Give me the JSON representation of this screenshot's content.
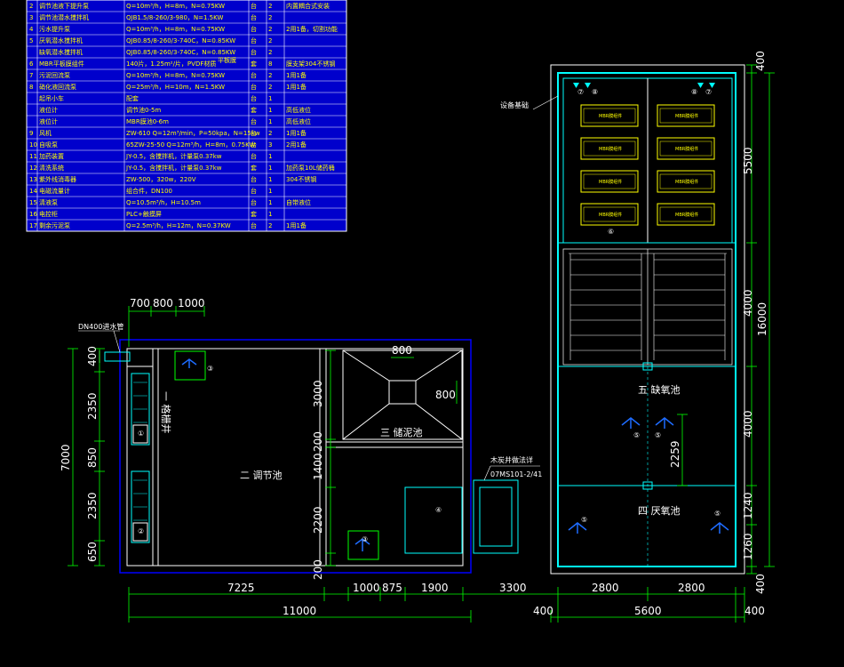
{
  "equipment_table": {
    "rows": [
      {
        "no": "2",
        "name": "调节池液下提升泵",
        "spec": "Q=10m³/h，H=8m，N=0.75KW",
        "unit": "台",
        "qty": "2",
        "note": "内置耦合式安装"
      },
      {
        "no": "3",
        "name": "调节池潜水搅拌机",
        "spec": "QJB1.5/8-260/3-980，N=1.5KW",
        "unit": "台",
        "qty": "2",
        "note": ""
      },
      {
        "no": "4",
        "name": "污水提升泵",
        "spec": "Q=10m³/h，H=8m，N=0.75KW",
        "unit": "台",
        "qty": "2",
        "note": "2用1备，切割功能"
      },
      {
        "no": "5",
        "name": "厌氧潜水搅拌机",
        "spec": "QJB0.85/8-260/3-740C，N=0.85KW",
        "unit": "台",
        "qty": "2",
        "note": ""
      },
      {
        "no": "",
        "name": "缺氧潜水搅拌机",
        "spec": "QJB0.85/8-260/3-740C，N=0.85KW",
        "unit": "台",
        "qty": "2",
        "note": ""
      },
      {
        "no": "6",
        "name": "MBR平板膜组件",
        "spec": "140片，1.25m²/片，PVDF材质",
        "unit": "套",
        "qty": "8",
        "note": "膜支架304不锈钢"
      },
      {
        "no": "7",
        "name": "污泥回流泵",
        "spec": "Q=10m³/h，H=8m，N=0.75KW",
        "unit": "台",
        "qty": "2",
        "note": "1用1备"
      },
      {
        "no": "8",
        "name": "硝化液回流泵",
        "spec": "Q=25m³/h，H=10m，N=1.5KW",
        "unit": "台",
        "qty": "2",
        "note": "1用1备"
      },
      {
        "no": "",
        "name": "起吊小车",
        "spec": "配套",
        "unit": "台",
        "qty": "1",
        "note": ""
      },
      {
        "no": "",
        "name": "液位计",
        "spec": "调节池0-5m",
        "unit": "套",
        "qty": "1",
        "note": "高低液位"
      },
      {
        "no": "",
        "name": "液位计",
        "spec": "MBR膜池0-6m",
        "unit": "台",
        "qty": "1",
        "note": "高低液位"
      },
      {
        "no": "9",
        "name": "风机",
        "spec": "ZW-610 Q=12m³/min，P=50kpa，N=15kw",
        "unit": "台",
        "qty": "2",
        "note": "1用1备"
      },
      {
        "no": "10",
        "name": "自吸泵",
        "spec": "65ZW-25-50 Q=12m³/h，H=8m，0.75KW",
        "unit": "台",
        "qty": "3",
        "note": "2用1备"
      },
      {
        "no": "11",
        "name": "加药装置",
        "spec": "JY-0.5，含搅拌机，计量泵0.37kw",
        "unit": "台",
        "qty": "1",
        "note": ""
      },
      {
        "no": "12",
        "name": "清洗系统",
        "spec": "JY-0.5，含搅拌机，计量泵0.37kw",
        "unit": "套",
        "qty": "1",
        "note": "加药泵10L储药桶"
      },
      {
        "no": "13",
        "name": "紫外线消毒器",
        "spec": "ZW-500，320w，220V",
        "unit": "台",
        "qty": "1",
        "note": "304不锈钢"
      },
      {
        "no": "14",
        "name": "电磁流量计",
        "spec": "组合件，DN100",
        "unit": "台",
        "qty": "1",
        "note": ""
      },
      {
        "no": "15",
        "name": "清液泵",
        "spec": "Q=10.5m³/h，H=10.5m",
        "unit": "台",
        "qty": "1",
        "note": "自带液位"
      },
      {
        "no": "16",
        "name": "电控柜",
        "spec": "PLC+触摸屏",
        "unit": "套",
        "qty": "1",
        "note": ""
      },
      {
        "no": "17",
        "name": "剩余污泥泵",
        "spec": "Q=2.5m³/h，H=12m，N=0.37KW",
        "unit": "台",
        "qty": "2",
        "note": "1用1备"
      }
    ],
    "extra_label": "平板膜"
  },
  "rooms": {
    "r1": "一 格栅井",
    "r2": "二 调节池",
    "r3": "三 储泥池",
    "r4": "四 厌氧池",
    "r5": "五 缺氧池"
  },
  "annotations": {
    "equipment_base": "设备基础",
    "inlet_pipe": "DN400进水管",
    "wellhead_1": "木炭井做法详",
    "wellhead_2": "07MS101-2/41",
    "mbr_label": "MBR膜组件"
  },
  "dims": {
    "d700": "700",
    "d800a": "800",
    "d1000a": "1000",
    "v400": "400",
    "v2350a": "2350",
    "v850": "850",
    "v2350b": "2350",
    "v650": "650",
    "v7000": "7000",
    "h800": "800",
    "v800": "800",
    "v3000": "3000",
    "v200a": "200",
    "v1400": "1400",
    "v2200": "2200",
    "v200b": "200",
    "b7225": "7225",
    "b1000": "1000",
    "b875": "875",
    "b1900": "1900",
    "b3300": "3300",
    "b11000": "11000",
    "b400a": "400",
    "b5600": "5600",
    "b400b": "400",
    "b2800a": "2800",
    "b2800b": "2800",
    "r400t": "400",
    "r5500": "5500",
    "r4000a": "4000",
    "r16000": "16000",
    "r4000b": "4000",
    "r1240": "1240",
    "r1260": "1260",
    "r400b": "400",
    "d2259": "2259"
  },
  "tags": {
    "t1": "①",
    "t2": "②",
    "t3a": "③",
    "t3b": "③",
    "t4": "④",
    "t5a": "⑤",
    "t5b": "⑤",
    "t5c": "⑤",
    "t5d": "⑤",
    "t6": "⑥",
    "t7a": "⑦",
    "t7b": "⑦",
    "t8a": "⑧",
    "t8b": "⑧"
  },
  "colors": {
    "wall": "#00ffff",
    "building": "#0000ff",
    "table_bg": "#0000cc",
    "table_text": "#ffff00",
    "dim": "#00ff00",
    "mbr": "#ffff00",
    "pump": "#1e6cff"
  }
}
